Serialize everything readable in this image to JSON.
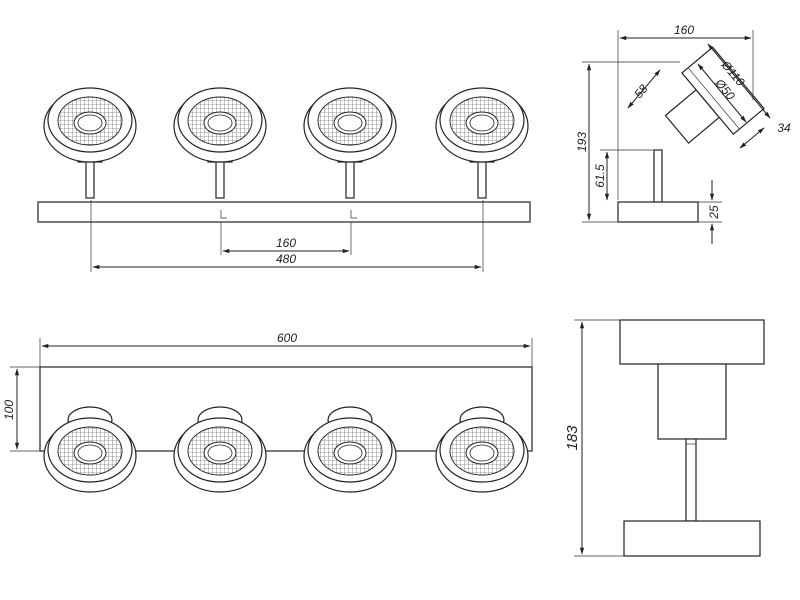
{
  "dimensions": {
    "front_spacing": "160",
    "front_span": "480",
    "side_width": "160",
    "side_height": "193",
    "head_diameter": "Ø110",
    "lens_diameter": "Ø50",
    "head_depth": "34",
    "arm_length": "58",
    "stem_height": "61.5",
    "base_height": "25",
    "top_length": "600",
    "top_width": "100",
    "end_height": "183"
  },
  "colors": {
    "line": "#222222",
    "background": "#ffffff"
  }
}
